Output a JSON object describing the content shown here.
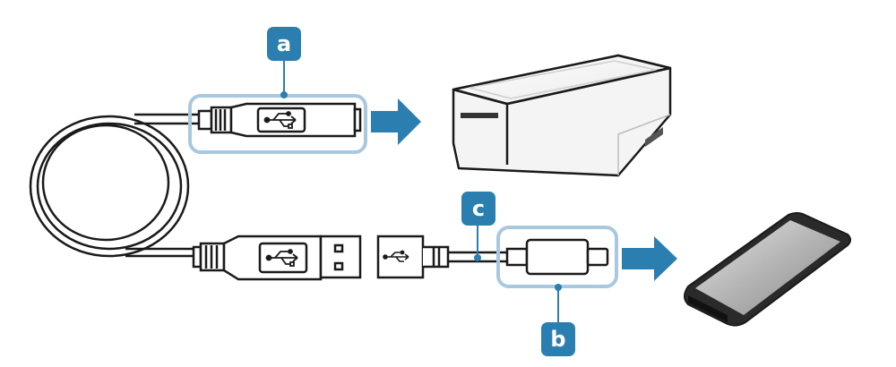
{
  "callouts": {
    "a": "a",
    "b": "b",
    "c": "c"
  },
  "icons": {
    "usb_symbol": "usb-icon",
    "arrow": "right-arrow-icon"
  },
  "colors": {
    "accent": "#2b7fb0",
    "highlight_frame": "#a8c8e0",
    "outline": "#1a1a1a",
    "printer_body": "#f4f4f4",
    "phone_body": "#2a2a2a"
  }
}
